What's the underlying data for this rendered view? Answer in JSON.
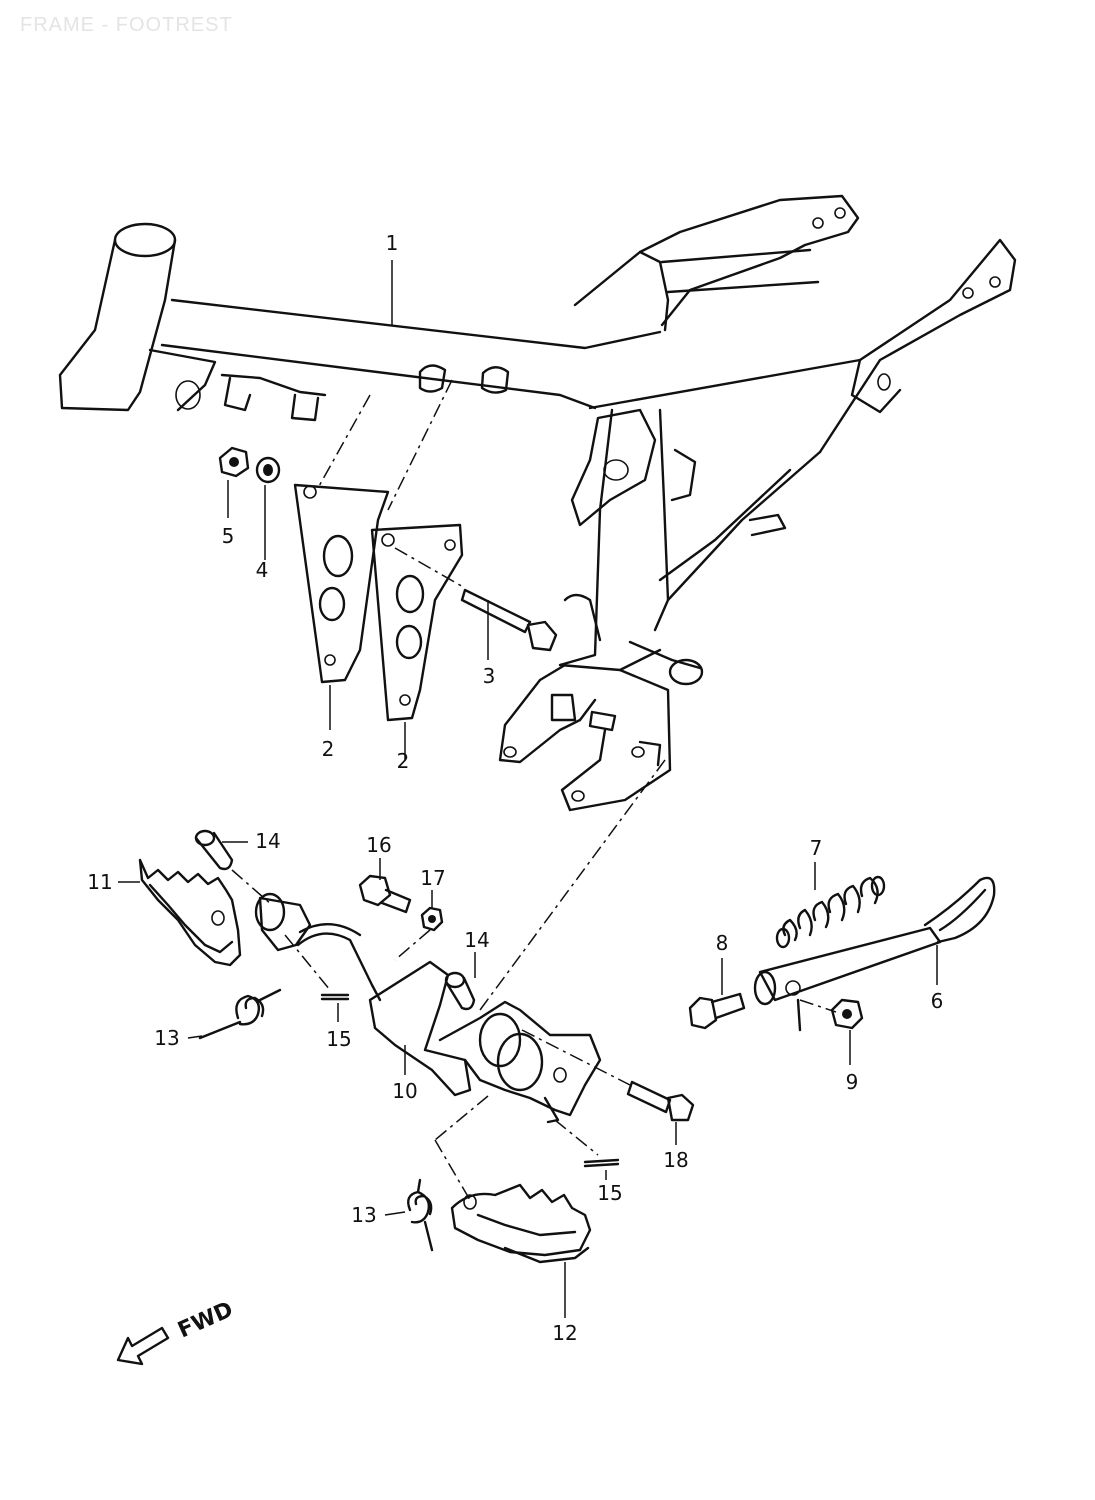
{
  "header": {
    "title": "FRAME - FOOTREST"
  },
  "callouts": {
    "c1": "1",
    "c2a": "2",
    "c2b": "2",
    "c3": "3",
    "c4": "4",
    "c5": "5",
    "c6": "6",
    "c7": "7",
    "c8": "8",
    "c9": "9",
    "c10": "10",
    "c11": "11",
    "c12": "12",
    "c13a": "13",
    "c13b": "13",
    "c14a": "14",
    "c14b": "14",
    "c15a": "15",
    "c15b": "15",
    "c16": "16",
    "c17": "17",
    "c18": "18"
  },
  "direction": {
    "label": "FWD"
  }
}
